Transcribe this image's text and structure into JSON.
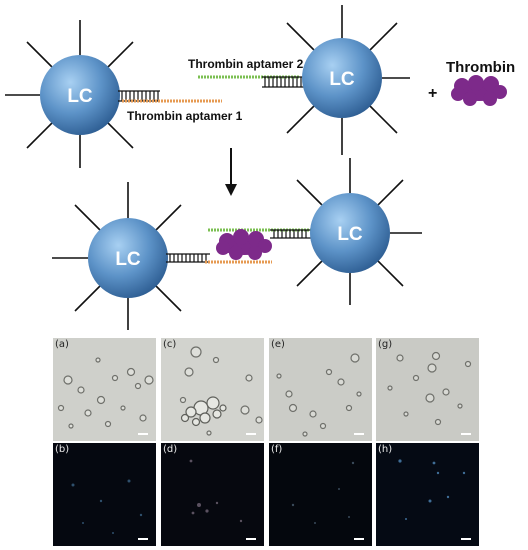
{
  "diagram": {
    "particle_label": "LC",
    "aptamer1_label": "Thrombin aptamer 1",
    "aptamer2_label": "Thrombin aptamer 2",
    "thrombin_label": "Thrombin",
    "plus_sign": "+",
    "colors": {
      "particle": "#5d93c8",
      "aptamer1": "#e69a52",
      "aptamer2": "#7bbf52",
      "linker": "#1a1a1a",
      "thrombin": "#7d2a8a"
    }
  },
  "micrographs": {
    "top_row": [
      {
        "label": "(a)"
      },
      {
        "label": "(c)"
      },
      {
        "label": "(e)"
      },
      {
        "label": "(g)"
      }
    ],
    "bottom_row": [
      {
        "label": "(b)"
      },
      {
        "label": "(d)"
      },
      {
        "label": "(f)"
      },
      {
        "label": "(h)"
      }
    ],
    "colors": {
      "bright_field": "#cfd0cb",
      "dark_field": "#050810"
    }
  }
}
